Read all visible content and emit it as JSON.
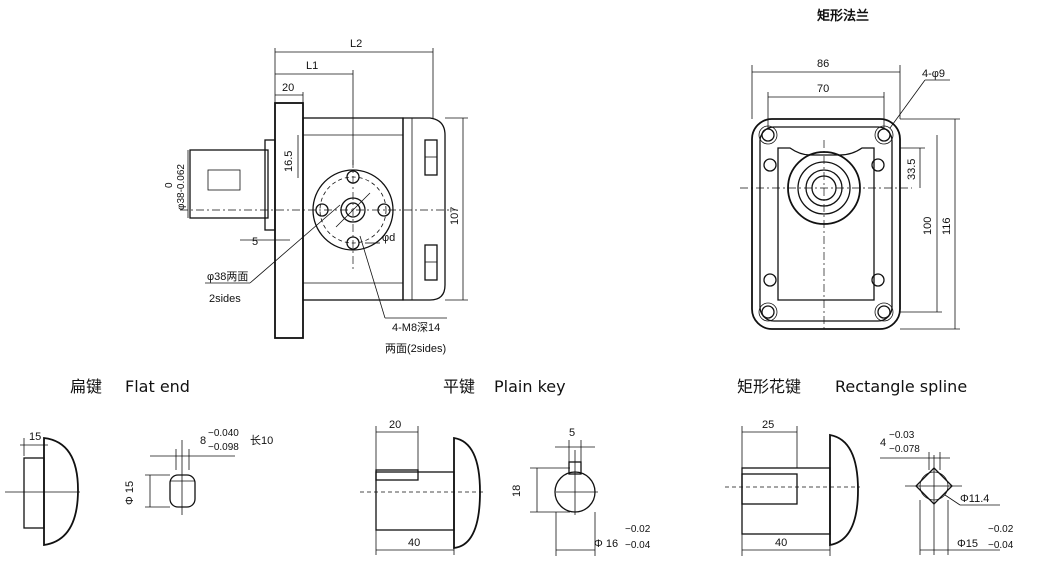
{
  "top_title": "矩形法兰",
  "pump": {
    "L2": "L2",
    "L1": "L1",
    "d20": "20",
    "d16_5": "16.5",
    "d107": "107",
    "d5": "5",
    "phi_d": "φd",
    "shaft_tol_upper": "0",
    "shaft_tol": "φ38-0.062",
    "callout_a_1": "φ38两面",
    "callout_a_2": "2sides",
    "callout_b_1": "4-M8深14",
    "callout_b_2": "两面(2sides)"
  },
  "flange": {
    "d86": "86",
    "d70": "70",
    "holes": "4-φ9",
    "d33_5": "33.5",
    "d100": "100",
    "d116": "116"
  },
  "sections": {
    "flat_end_cn": "扁键",
    "flat_end_en": "Flat  end",
    "plain_key_cn": "平键",
    "plain_key_en": "Plain key",
    "spline_cn": "矩形花键",
    "spline_en": "Rectangle spline"
  },
  "flat": {
    "d15_len": "15",
    "d8": "8",
    "tol_upper": "−0.040",
    "tol_lower": "−0.098",
    "len10": "长10",
    "phi15": "Φ 15"
  },
  "key": {
    "d20": "20",
    "d40": "40",
    "d5": "5",
    "d18": "18",
    "phi16": "Φ 16",
    "tol_upper": "−0.02",
    "tol_lower": "−0.04"
  },
  "spline": {
    "d25": "25",
    "d40": "40",
    "d4": "4",
    "tol_upper": "−0.03",
    "tol_lower": "−0.078",
    "phi11_4": "Φ11.4",
    "phi15": "Φ15",
    "phi15_upper": "−0.02",
    "phi15_lower": "−0.04"
  }
}
